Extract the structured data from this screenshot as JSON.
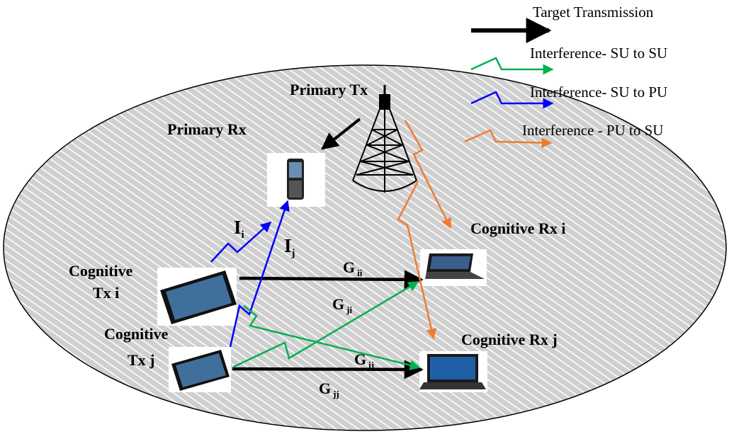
{
  "legend": {
    "target": "Target Transmission",
    "su_su": "Interference- SU to SU",
    "su_pu": "Interference- SU to PU",
    "pu_su": "Interference - PU to SU"
  },
  "labels": {
    "primary_tx": "Primary Tx",
    "primary_rx": "Primary Rx",
    "cognitive_rx_i": "Cognitive Rx i",
    "cognitive_rx_j": "Cognitive Rx j",
    "cognitive_tx_i_line1": "Cognitive",
    "cognitive_tx_i_line2": "Tx i",
    "cognitive_tx_j_line1": "Cognitive",
    "cognitive_tx_j_line2": "Tx j"
  },
  "gains": {
    "I_i": {
      "main": "I",
      "sub": "i"
    },
    "I_j": {
      "main": "I",
      "sub": "j"
    },
    "G_ii": {
      "main": "G",
      "sub": "ii"
    },
    "G_ji": {
      "main": "G",
      "sub": "ji"
    },
    "G_ij": {
      "main": "G",
      "sub": "ij"
    },
    "G_jj": {
      "main": "G",
      "sub": "jj"
    }
  },
  "colors": {
    "target": "#000000",
    "su_su": "#00b050",
    "su_pu": "#0000ff",
    "pu_su": "#ed7d31",
    "ellipse_fill": "#d9d9d9"
  }
}
